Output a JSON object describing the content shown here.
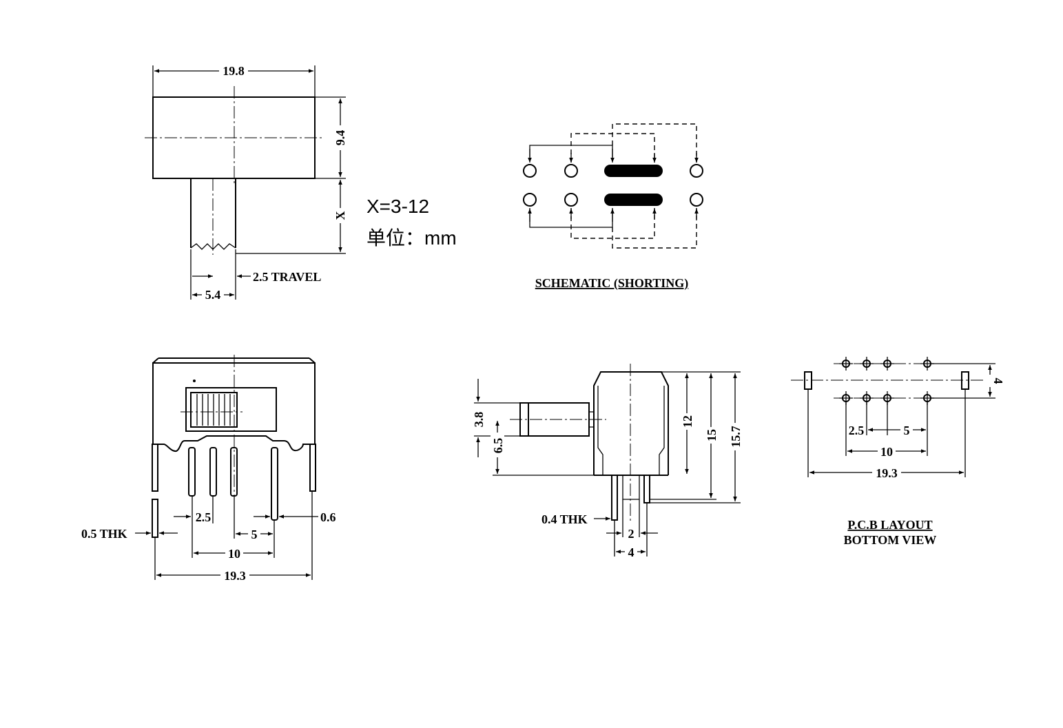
{
  "side_view": {
    "width": "19.8",
    "height": "9.4",
    "actuator_len": "X",
    "actuator_width": "5.4",
    "travel": "2.5 TRAVEL"
  },
  "notes": {
    "x_range": "X=3-12",
    "unit": "单位：mm"
  },
  "schematic": {
    "title": "SCHEMATIC (SHORTING)"
  },
  "front_view": {
    "thickness": "0.5 THK",
    "pitch": "2.5",
    "pin_width": "0.6",
    "spacing": "5",
    "span": "10",
    "total": "19.3"
  },
  "end_view": {
    "d1": "3.8",
    "d2": "6.5",
    "h1": "12",
    "h2": "15",
    "h3": "15.7",
    "thickness": "0.4 THK",
    "pin_gap": "2",
    "pin_span": "4"
  },
  "pcb_layout": {
    "row_gap": "4",
    "pitch": "2.5",
    "spacing": "5",
    "span": "10",
    "total": "19.3",
    "title": "P.C.B LAYOUT",
    "subtitle": "BOTTOM VIEW"
  }
}
